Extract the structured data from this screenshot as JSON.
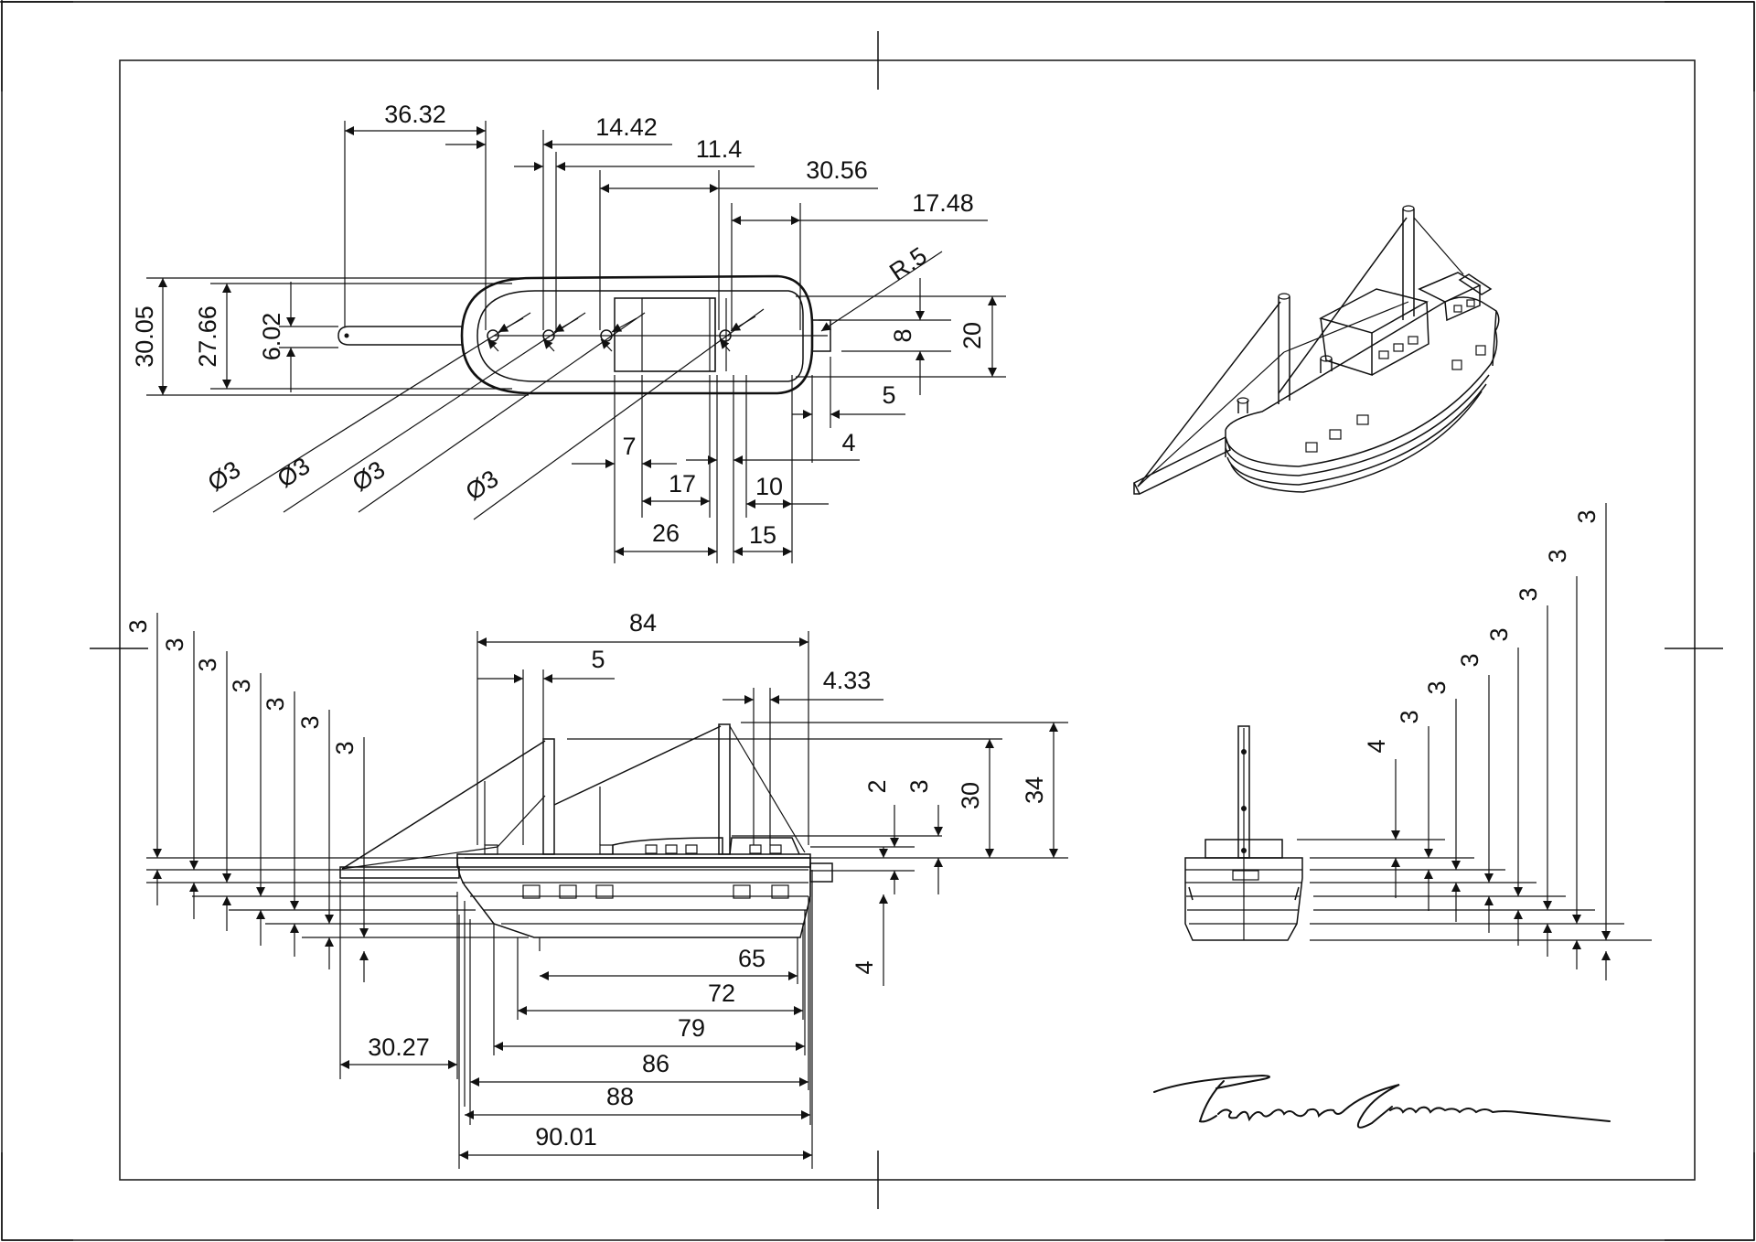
{
  "drawing": {
    "top_view": {
      "dimensions": [
        "36.32",
        "14.42",
        "11.4",
        "30.56",
        "17.48",
        "R.5",
        "30.05",
        "27.66",
        "6.02",
        "8",
        "20",
        "5",
        "4",
        "7",
        "17",
        "10",
        "26",
        "15"
      ],
      "hole_callouts": [
        "Ø3",
        "Ø3",
        "Ø3",
        "Ø3"
      ]
    },
    "side_view": {
      "dimensions": [
        "84",
        "5",
        "4.33",
        "2",
        "3",
        "30",
        "34",
        "4",
        "65",
        "72",
        "79",
        "86",
        "88",
        "90.01",
        "30.27"
      ],
      "layer_dimensions": [
        "3",
        "3",
        "3",
        "3",
        "3",
        "3",
        "3"
      ]
    },
    "front_view": {
      "dimensions": [
        "4",
        "3",
        "3",
        "3",
        "3",
        "3",
        "3",
        "3"
      ]
    }
  },
  "signature": "Tsukumasa Fujiwara"
}
